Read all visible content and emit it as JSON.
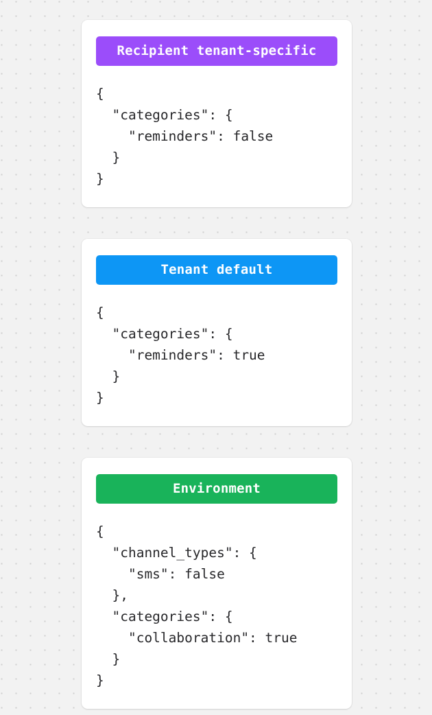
{
  "background": {
    "color": "#f2f2f2",
    "dot_color": "#cfcfcf",
    "pattern": "dot-grid"
  },
  "cards": [
    {
      "header_label": "Recipient tenant-specific",
      "header_color": "#9b4dfa",
      "body": "{\n  \"categories\": {\n    \"reminders\": false\n  }\n}"
    },
    {
      "header_label": "Tenant default",
      "header_color": "#0d96f5",
      "body": "{\n  \"categories\": {\n    \"reminders\": true\n  }\n}"
    },
    {
      "header_label": "Environment",
      "header_color": "#19b35a",
      "body": "{\n  \"channel_types\": {\n    \"sms\": false\n  },\n  \"categories\": {\n    \"collaboration\": true\n  }\n}"
    }
  ]
}
